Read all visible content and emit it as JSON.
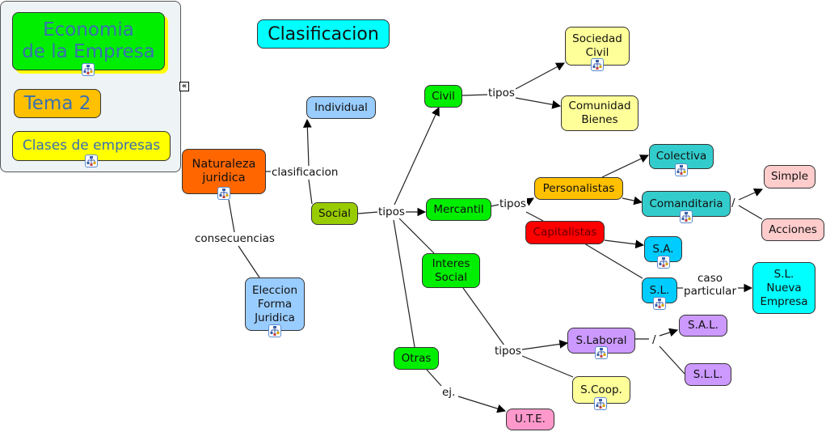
{
  "panel": {
    "title": "Economia\nde la Empresa",
    "subtitle": "Tema 2",
    "topic": "Clases de empresas",
    "collapse_label": "«"
  },
  "map_title": "Clasificacion",
  "nodes": {
    "naturaleza": "Naturaleza\njuridica",
    "individual": "Individual",
    "social": "Social",
    "eleccion": "Eleccion\nForma\nJuridica",
    "civil": "Civil",
    "sociedad_civil": "Sociedad\nCivil",
    "comunidad_bienes": "Comunidad\nBienes",
    "mercantil": "Mercantil",
    "personalistas": "Personalistas",
    "capitalistas": "Capitalistas",
    "colectiva": "Colectiva",
    "comanditaria": "Comanditaria",
    "simple": "Simple",
    "acciones": "Acciones",
    "sa": "S.A.",
    "sl": "S.L.",
    "sl_nueva": "S.L.\nNueva\nEmpresa",
    "interes_social": "Interes\nSocial",
    "slaboral": "S.Laboral",
    "sal": "S.A.L.",
    "sll": "S.L.L.",
    "scoop": "S.Coop.",
    "otras": "Otras",
    "ute": "U.T.E."
  },
  "link_labels": {
    "clasificacion": "clasificacion",
    "consecuencias": "consecuencias",
    "tipos_social": "tipos",
    "tipos_civil": "tipos",
    "tipos_mercantil": "tipos",
    "slash_comanditaria": "/",
    "caso_particular": "caso\nparticular",
    "tipos_interes": "tipos",
    "slash_laboral": "/",
    "ej": "ej."
  },
  "colors": {
    "green": "#00ee00",
    "orange": "#ff6600",
    "gold": "#ffc000",
    "yellow": "#ffff00",
    "cyan": "#00ffff",
    "light_blue": "#99ccff",
    "olive": "#99cc00",
    "pale_yellow": "#ffff99",
    "teal": "#33cccc",
    "pink": "#ffcccc",
    "red": "#ff0000",
    "sky": "#00ccff",
    "lavender": "#cc99ff",
    "magenta_pink": "#ff99cc",
    "panel_text": "#3a6fb0"
  },
  "icons": {
    "concept_resource": "submap-icon"
  }
}
